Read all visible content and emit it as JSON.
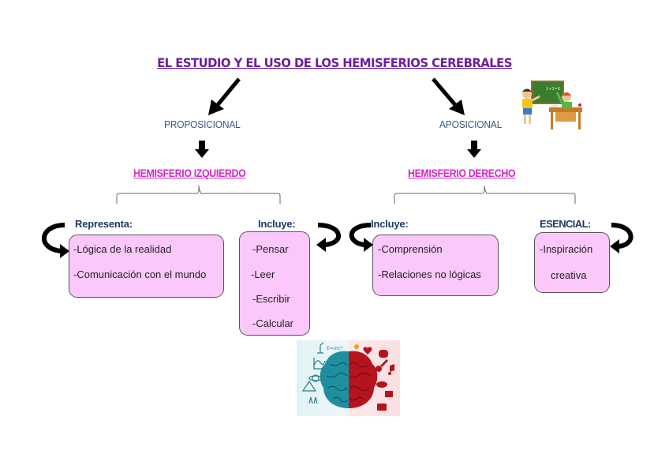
{
  "title": "EL ESTUDIO Y EL USO DE LOS HEMISFERIOS CEREBRALES",
  "colors": {
    "title": "#6b1fa0",
    "hemisphere_heading": "#d426c8",
    "branch_label": "#3c5a80",
    "sub_heading": "#1f3a6a",
    "box_fill": "#fcc8fb",
    "arrow": "#000000",
    "brain_left": "#1f8fa0",
    "brain_right": "#b5141e"
  },
  "left": {
    "branch": "PROPOSICIONAL",
    "hemisphere": "HEMISFERIO IZQUIERDO",
    "groups": [
      {
        "heading": "Representa:",
        "items": [
          "-Lógica de la realidad",
          "-Comunicación con el mundo"
        ]
      },
      {
        "heading": "Incluye:",
        "items": [
          "-Pensar",
          "-Leer",
          "-Escribir",
          "-Calcular"
        ]
      }
    ]
  },
  "right": {
    "branch": "APOSICIONAL",
    "hemisphere": "HEMISFERIO DERECHO",
    "groups": [
      {
        "heading": "Incluye:",
        "items": [
          "-Comprensión",
          "-Relaciones no lógicas"
        ]
      },
      {
        "heading": "ESENCIAL:",
        "items": [
          "-Inspiración",
          "creativa"
        ]
      }
    ]
  },
  "images": {
    "classroom": "classroom-kids-illustration",
    "brain": "brain-hemispheres-illustration",
    "brain_caption": "E=mc²"
  }
}
